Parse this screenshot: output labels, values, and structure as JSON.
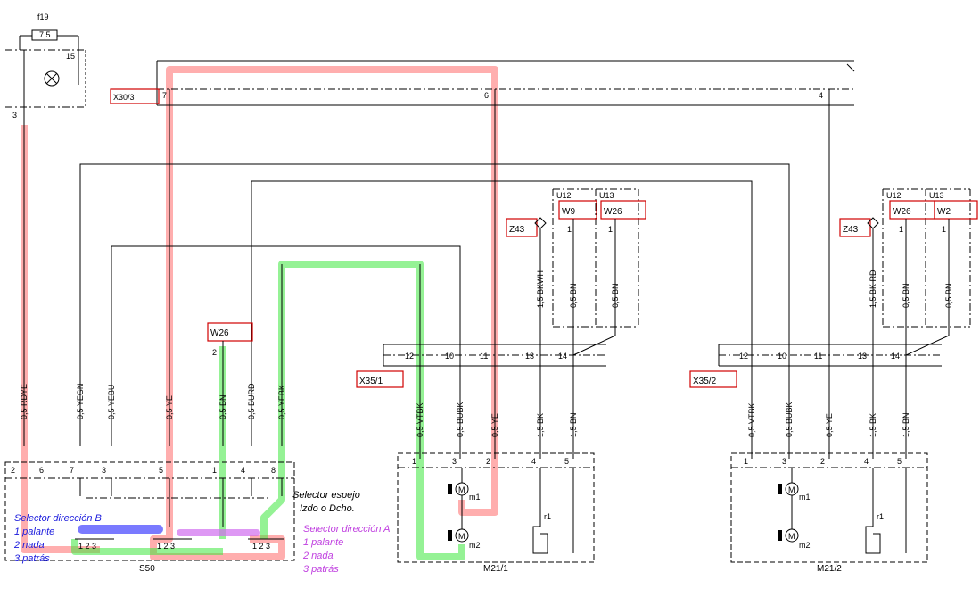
{
  "labels": {
    "fuse": "f19",
    "fuse_rating": "7,5",
    "fuse_pin_top": "15",
    "fuse_pin_bottom": "3",
    "x30": "X30/3",
    "x30_pin7": "7",
    "x30_pin6": "6",
    "x30_pin4": "4",
    "w26_mid": "W26",
    "w26_mid_pin": "2",
    "x35_1": "X35/1",
    "x35_2": "X35/2",
    "z43": "Z43",
    "u12": "U12",
    "u13": "U13",
    "w9": "W9",
    "w26": "W26",
    "w2": "W2",
    "one": "1",
    "s50": "S50",
    "m21_1": "M21/1",
    "m21_2": "M21/2",
    "m1": "m1",
    "m2": "m2",
    "r1": "r1",
    "M": "M"
  },
  "s50_pins": [
    "2",
    "6",
    "7",
    "3",
    "5",
    "1",
    "4",
    "8"
  ],
  "x35_pins": [
    "12",
    "10",
    "11",
    "13",
    "14"
  ],
  "motor_pins": [
    "1",
    "3",
    "2",
    "4",
    "5"
  ],
  "wires_left": [
    "0,5 RDYE",
    "0,5 YEGN",
    "0,5 YEBU",
    "0,5 YE",
    "0,5 BN",
    "0,5 BURD",
    "0,5 YEBK"
  ],
  "wires_right1": [
    "0,5 VTBK",
    "0,5 BUBK",
    "0,5 YE",
    "1,5 BK",
    "1,5 BN"
  ],
  "wires_right2": [
    "0,5 VTBK",
    "0,5 BUBK",
    "0,5 YE",
    "1,5 BK",
    "1,5 BN"
  ],
  "wires_upper1": [
    "1,5 BKWH",
    "0,5 BN",
    "0,5 BN"
  ],
  "wires_upper2": [
    "1,5 BK RD",
    "0,5 BN",
    "0,5 BN"
  ],
  "switch_nums": [
    "1 2 3",
    "1 2 3",
    "1 2 3"
  ],
  "annotations": {
    "selector_b": [
      "Selector dirección B",
      "1 palante",
      "2 nada",
      "3 patrás"
    ],
    "selector_a": [
      "Selector dirección A",
      "1 palante",
      "2 nada",
      "3 patrás"
    ],
    "mirror": [
      "Selector espejo",
      "Izdo o Dcho."
    ]
  },
  "colors": {
    "red_highlight": "#ff6b6b",
    "green_highlight": "#3ee83e",
    "blue_highlight": "#3333ff",
    "purple_highlight": "#d06cf0",
    "label_box": "#d00000",
    "annotation_blue": "#1a1adc",
    "annotation_magenta": "#c040e0"
  }
}
